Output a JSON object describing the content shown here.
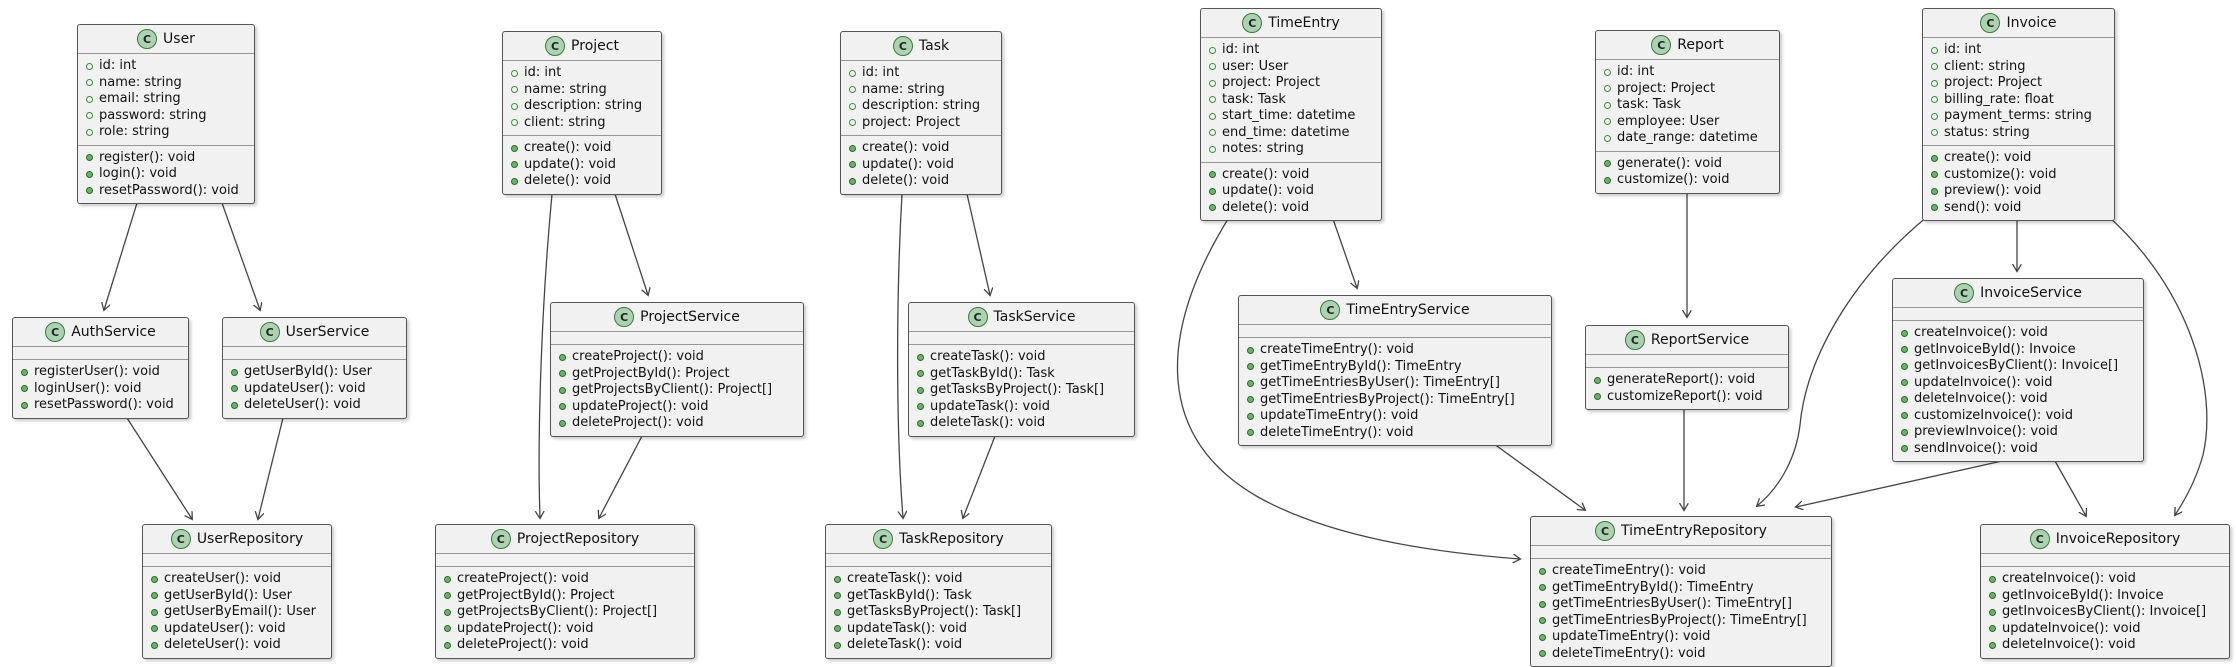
{
  "diagram": {
    "type": "uml-class-diagram",
    "class_icon_letter": "C",
    "classes": {
      "user": {
        "name": "User",
        "attributes": [
          "id: int",
          "name: string",
          "email: string",
          "password: string",
          "role: string"
        ],
        "methods": [
          "register(): void",
          "login(): void",
          "resetPassword(): void"
        ]
      },
      "auth_service": {
        "name": "AuthService",
        "attributes": [],
        "methods": [
          "registerUser(): void",
          "loginUser(): void",
          "resetPassword(): void"
        ]
      },
      "user_service": {
        "name": "UserService",
        "attributes": [],
        "methods": [
          "getUserById(): User",
          "updateUser(): void",
          "deleteUser(): void"
        ]
      },
      "user_repository": {
        "name": "UserRepository",
        "attributes": [],
        "methods": [
          "createUser(): void",
          "getUserById(): User",
          "getUserByEmail(): User",
          "updateUser(): void",
          "deleteUser(): void"
        ]
      },
      "project": {
        "name": "Project",
        "attributes": [
          "id: int",
          "name: string",
          "description: string",
          "client: string"
        ],
        "methods": [
          "create(): void",
          "update(): void",
          "delete(): void"
        ]
      },
      "project_service": {
        "name": "ProjectService",
        "attributes": [],
        "methods": [
          "createProject(): void",
          "getProjectById(): Project",
          "getProjectsByClient(): Project[]",
          "updateProject(): void",
          "deleteProject(): void"
        ]
      },
      "project_repository": {
        "name": "ProjectRepository",
        "attributes": [],
        "methods": [
          "createProject(): void",
          "getProjectById(): Project",
          "getProjectsByClient(): Project[]",
          "updateProject(): void",
          "deleteProject(): void"
        ]
      },
      "task": {
        "name": "Task",
        "attributes": [
          "id: int",
          "name: string",
          "description: string",
          "project: Project"
        ],
        "methods": [
          "create(): void",
          "update(): void",
          "delete(): void"
        ]
      },
      "task_service": {
        "name": "TaskService",
        "attributes": [],
        "methods": [
          "createTask(): void",
          "getTaskById(): Task",
          "getTasksByProject(): Task[]",
          "updateTask(): void",
          "deleteTask(): void"
        ]
      },
      "task_repository": {
        "name": "TaskRepository",
        "attributes": [],
        "methods": [
          "createTask(): void",
          "getTaskById(): Task",
          "getTasksByProject(): Task[]",
          "updateTask(): void",
          "deleteTask(): void"
        ]
      },
      "time_entry": {
        "name": "TimeEntry",
        "attributes": [
          "id: int",
          "user: User",
          "project: Project",
          "task: Task",
          "start_time: datetime",
          "end_time: datetime",
          "notes: string"
        ],
        "methods": [
          "create(): void",
          "update(): void",
          "delete(): void"
        ]
      },
      "time_entry_service": {
        "name": "TimeEntryService",
        "attributes": [],
        "methods": [
          "createTimeEntry(): void",
          "getTimeEntryById(): TimeEntry",
          "getTimeEntriesByUser(): TimeEntry[]",
          "getTimeEntriesByProject(): TimeEntry[]",
          "updateTimeEntry(): void",
          "deleteTimeEntry(): void"
        ]
      },
      "time_entry_repository": {
        "name": "TimeEntryRepository",
        "attributes": [],
        "methods": [
          "createTimeEntry(): void",
          "getTimeEntryById(): TimeEntry",
          "getTimeEntriesByUser(): TimeEntry[]",
          "getTimeEntriesByProject(): TimeEntry[]",
          "updateTimeEntry(): void",
          "deleteTimeEntry(): void"
        ]
      },
      "report": {
        "name": "Report",
        "attributes": [
          "id: int",
          "project: Project",
          "task: Task",
          "employee: User",
          "date_range: datetime"
        ],
        "methods": [
          "generate(): void",
          "customize(): void"
        ]
      },
      "report_service": {
        "name": "ReportService",
        "attributes": [],
        "methods": [
          "generateReport(): void",
          "customizeReport(): void"
        ]
      },
      "invoice": {
        "name": "Invoice",
        "attributes": [
          "id: int",
          "client: string",
          "project: Project",
          "billing_rate: float",
          "payment_terms: string",
          "status: string"
        ],
        "methods": [
          "create(): void",
          "customize(): void",
          "preview(): void",
          "send(): void"
        ]
      },
      "invoice_service": {
        "name": "InvoiceService",
        "attributes": [],
        "methods": [
          "createInvoice(): void",
          "getInvoiceById(): Invoice",
          "getInvoicesByClient(): Invoice[]",
          "updateInvoice(): void",
          "deleteInvoice(): void",
          "customizeInvoice(): void",
          "previewInvoice(): void",
          "sendInvoice(): void"
        ]
      },
      "invoice_repository": {
        "name": "InvoiceRepository",
        "attributes": [],
        "methods": [
          "createInvoice(): void",
          "getInvoiceById(): Invoice",
          "getInvoicesByClient(): Invoice[]",
          "updateInvoice(): void",
          "deleteInvoice(): void"
        ]
      }
    },
    "relations": [
      {
        "from": "User",
        "to": "AuthService"
      },
      {
        "from": "User",
        "to": "UserService"
      },
      {
        "from": "AuthService",
        "to": "UserRepository"
      },
      {
        "from": "UserService",
        "to": "UserRepository"
      },
      {
        "from": "Project",
        "to": "ProjectService"
      },
      {
        "from": "Project",
        "to": "ProjectRepository"
      },
      {
        "from": "ProjectService",
        "to": "ProjectRepository"
      },
      {
        "from": "Task",
        "to": "TaskService"
      },
      {
        "from": "Task",
        "to": "TaskRepository"
      },
      {
        "from": "TaskService",
        "to": "TaskRepository"
      },
      {
        "from": "TimeEntry",
        "to": "TimeEntryService"
      },
      {
        "from": "TimeEntry",
        "to": "TimeEntryRepository"
      },
      {
        "from": "TimeEntryService",
        "to": "TimeEntryRepository"
      },
      {
        "from": "Report",
        "to": "ReportService"
      },
      {
        "from": "ReportService",
        "to": "TimeEntryRepository"
      },
      {
        "from": "Invoice",
        "to": "InvoiceService"
      },
      {
        "from": "Invoice",
        "to": "TimeEntryRepository"
      },
      {
        "from": "Invoice",
        "to": "InvoiceRepository"
      },
      {
        "from": "InvoiceService",
        "to": "TimeEntryRepository"
      },
      {
        "from": "InvoiceService",
        "to": "InvoiceRepository"
      }
    ],
    "colors": {
      "box_fill": "#f1f1f1",
      "box_border": "#555555",
      "icon_fill": "#ADD1B2",
      "icon_border": "#3b7a3b",
      "method_dot": "#6faf6f",
      "field_ring": "#3f8f3f",
      "edge": "#454545",
      "background": "#ffffff"
    }
  }
}
